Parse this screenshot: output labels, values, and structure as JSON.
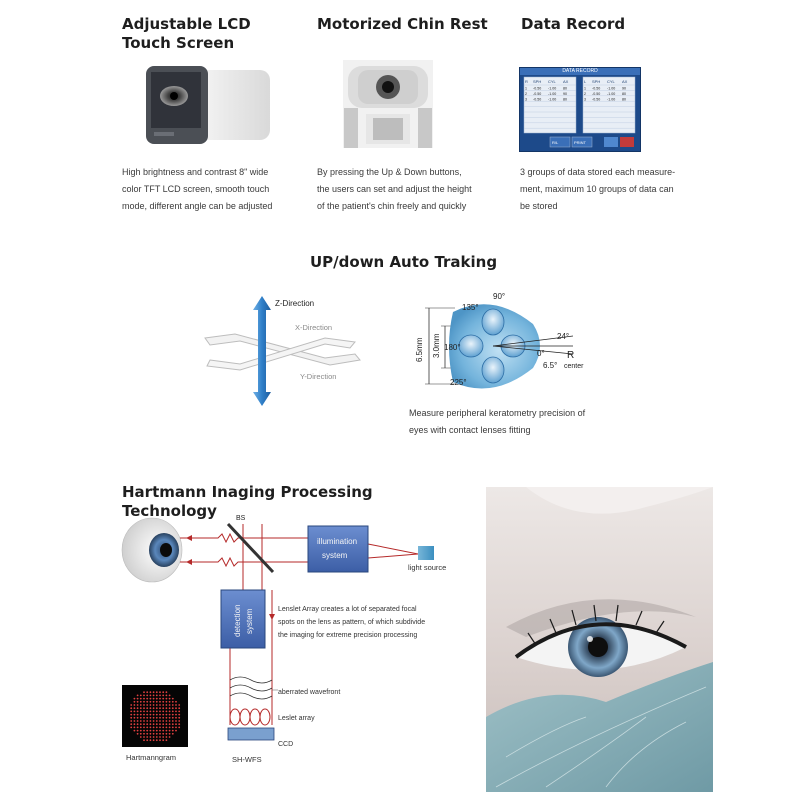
{
  "features": [
    {
      "title": "Adjustable LCD Touch Screen",
      "lines": [
        "High brightness and contrast 8\" wide",
        "color TFT LCD screen, smooth touch",
        "mode, different angle can be adjusted"
      ]
    },
    {
      "title": "Motorized Chin Rest",
      "lines": [
        "By pressing the Up & Down buttons,",
        "the users can set and adjust the height",
        "of the patient's chin freely and quickly"
      ]
    },
    {
      "title": "Data Record",
      "lines": [
        "3 groups of data stored each measure-",
        "ment, maximum 10 groups of data can",
        "be stored"
      ]
    }
  ],
  "data_record_screen": {
    "title": "DATA RECORD",
    "left_headers": [
      "R",
      "SPH",
      "CYL",
      "AX"
    ],
    "right_headers": [
      "L",
      "SPH",
      "CYL",
      "AX"
    ],
    "left_rows": [
      [
        "1",
        "-0.50",
        "-1.00",
        "80"
      ],
      [
        "2",
        "-0.50",
        "-1.00",
        "90"
      ],
      [
        "3",
        "-0.50",
        "-1.00",
        "80"
      ]
    ],
    "right_rows": [
      [
        "1",
        "-0.50",
        "-1.00",
        "90"
      ],
      [
        "2",
        "-0.50",
        "-1.00",
        "80"
      ],
      [
        "3",
        "-0.50",
        "-1.00",
        "80"
      ]
    ],
    "buttons": [
      "R/L",
      "PRINT"
    ]
  },
  "tracking": {
    "title": "UP/down Auto Traking",
    "z_label": "Z-Direction",
    "x_label": "X-Direction",
    "y_label": "Y-Direction"
  },
  "kerato": {
    "angle_90": "90°",
    "angle_135": "135°",
    "angle_180": "180°",
    "angle_225": "225°",
    "angle_24": "24°",
    "angle_0": "0°",
    "angle_65": "6.5°",
    "r_label": "R",
    "center_label": "center",
    "dim_outer": "6.5mm",
    "dim_inner": "3.0mm",
    "caption_lines": [
      "Measure peripheral keratometry precision of",
      "eyes with contact lenses fitting"
    ]
  },
  "hartmann": {
    "title": "Hartmann Inaging Processing Technology",
    "bs_label": "BS",
    "illumination_label_1": "illumination",
    "illumination_label_2": "system",
    "light_source": "light source",
    "detection_label_1": "detection",
    "detection_label_2": "system",
    "lenslet_desc_lines": [
      "Lenslet Array creates a lot of separated focal",
      "spots on the lens as pattern, of which subdivide",
      "the imaging for extreme precision processing"
    ],
    "aberrated": "aberrated wavefront",
    "leslet": "Leslet array",
    "ccd": "CCD",
    "hartmanngram": "Hartmanngram",
    "shwfs": "SH-WFS"
  },
  "colors": {
    "accent_red": "#b52a2a",
    "box_blue": "#4a6fb5",
    "arrow_blue": "#2f7fc8"
  }
}
